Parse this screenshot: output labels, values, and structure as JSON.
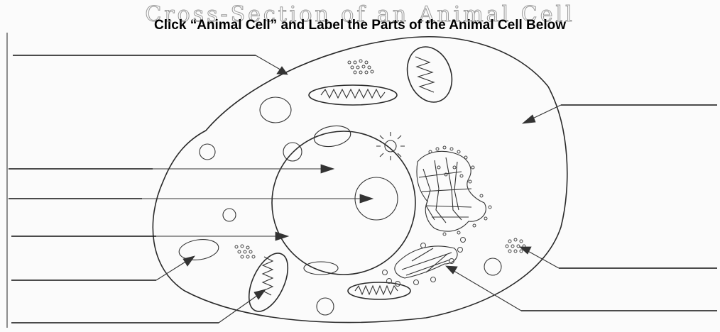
{
  "worksheet": {
    "background_title": "Cross-Section of an Animal Cell",
    "instruction": {
      "prefix": "Click ",
      "link_text": "“Animal Cell”",
      "suffix": " and Label the Parts of the Animal Cell Below"
    },
    "colors": {
      "ink": "#000000",
      "drawing": "#2a2a2a",
      "paper": "#fbfbfb",
      "faded_title": "#9a9a9a"
    },
    "blank_labels": {
      "left_count": 6,
      "right_count": 3,
      "values": [
        "",
        "",
        "",
        "",
        "",
        "",
        "",
        "",
        ""
      ]
    }
  }
}
